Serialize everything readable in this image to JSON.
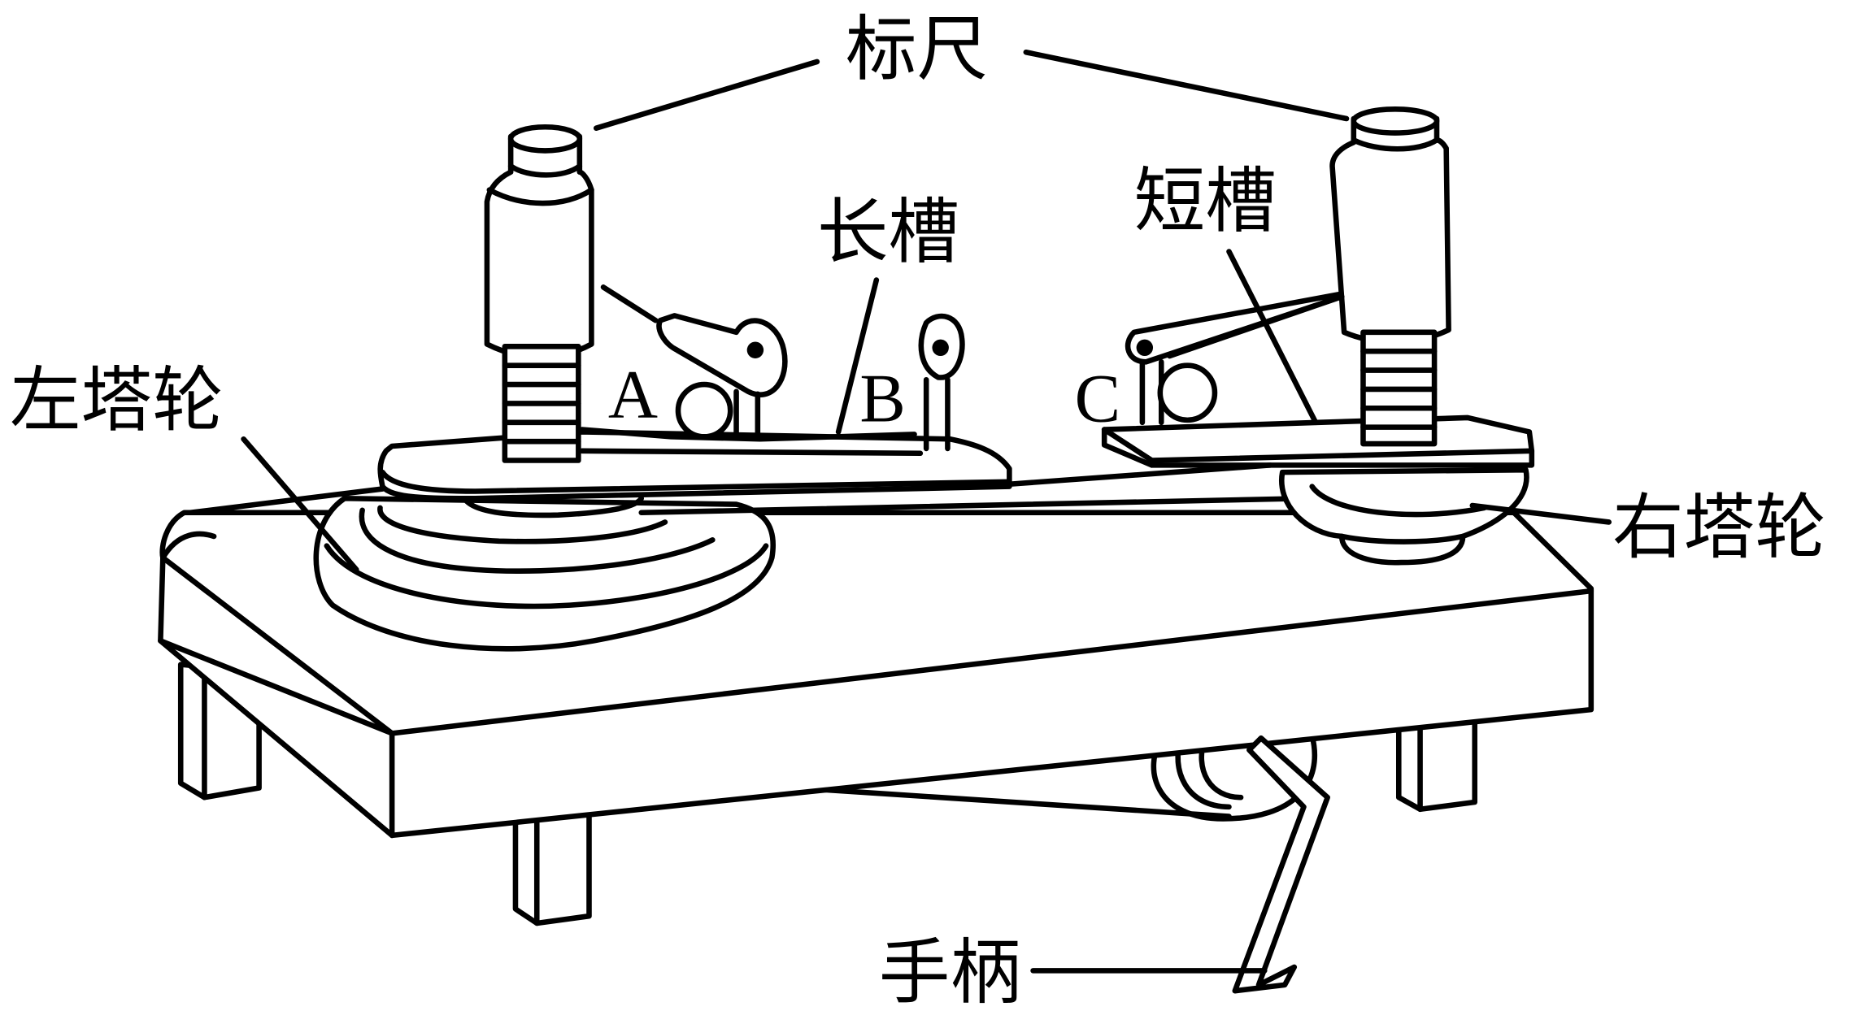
{
  "diagram": {
    "title": "向心力演示器",
    "labels": {
      "ruler": "标尺",
      "long_slot": "长槽",
      "short_slot": "短槽",
      "left_tower_wheel": "左塔轮",
      "right_tower_wheel": "右塔轮",
      "handle": "手柄"
    },
    "points": {
      "a": "A",
      "b": "B",
      "c": "C"
    }
  }
}
